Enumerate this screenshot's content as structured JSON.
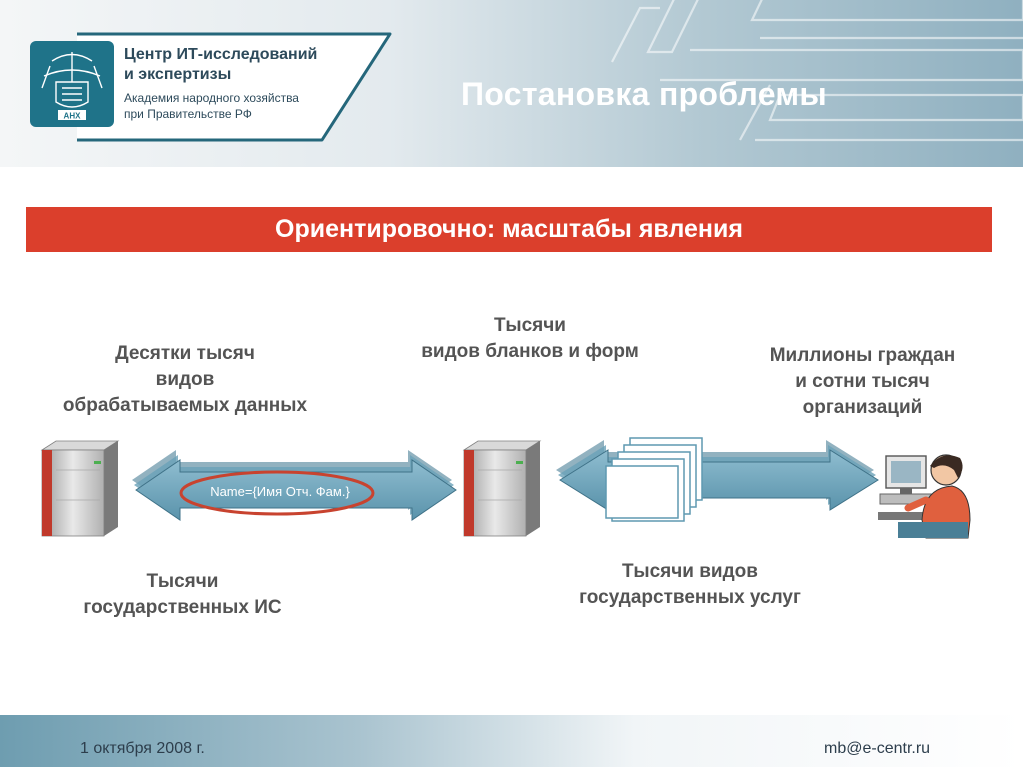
{
  "header": {
    "logo_line1": "Центр ИТ-исследований",
    "logo_line2": "и экспертизы",
    "logo_line3": "Академия народного хозяйства",
    "logo_line4": "при Правительстве РФ",
    "emblem_text": "АНХ",
    "title": "Постановка проблемы"
  },
  "banner": {
    "text": "Ориентировочно: масштабы явления"
  },
  "labels": {
    "left_top": [
      "Десятки тысяч",
      "видов",
      "обрабатываемых данных"
    ],
    "center_top": [
      "Тысячи",
      "видов бланков и форм"
    ],
    "right_top": [
      "Миллионы граждан",
      "и сотни тысяч",
      "организаций"
    ],
    "left_bottom": [
      "Тысячи",
      "государственных ИС"
    ],
    "right_bottom": [
      "Тысячи видов",
      "государственных услуг"
    ]
  },
  "arrow_label": "Name={Имя Отч. Фам.}",
  "footer": {
    "date": "1 октября 2008 г.",
    "email": "mb@e-centr.ru"
  },
  "colors": {
    "accent_red": "#db3f2c",
    "logo_teal": "#1f7389",
    "arrow": "#5f99b1",
    "highlight_ellipse": "#c8432f"
  }
}
